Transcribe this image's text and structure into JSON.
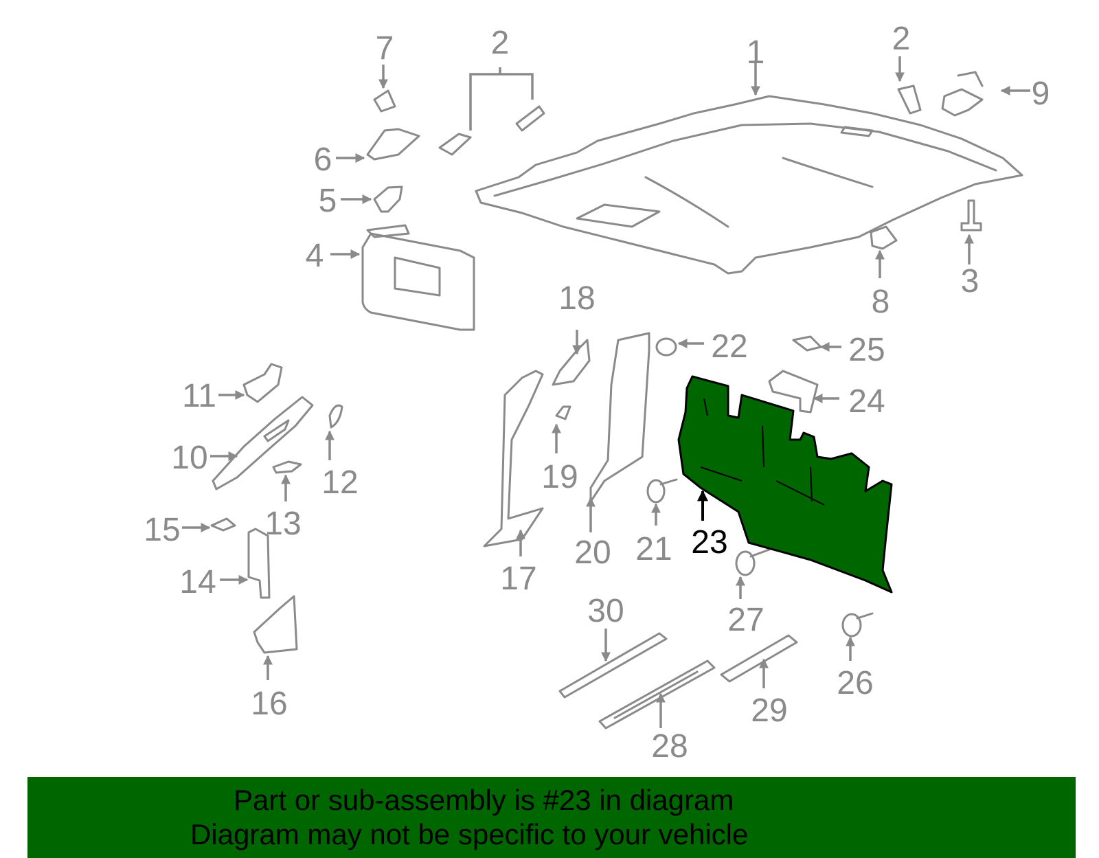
{
  "diagram": {
    "highlight_color": "#006600",
    "part_color": "#8a8a8a",
    "highlighted_callout": "23",
    "callouts": [
      "1",
      "2",
      "2",
      "3",
      "4",
      "5",
      "6",
      "7",
      "8",
      "9",
      "10",
      "11",
      "12",
      "13",
      "14",
      "15",
      "16",
      "17",
      "18",
      "19",
      "20",
      "21",
      "22",
      "23",
      "24",
      "25",
      "26",
      "27",
      "28",
      "29",
      "30"
    ]
  },
  "banner": {
    "line1": "Part or sub-assembly is #23 in diagram",
    "line2": "Diagram may not be specific to your vehicle",
    "background": "#006600"
  }
}
